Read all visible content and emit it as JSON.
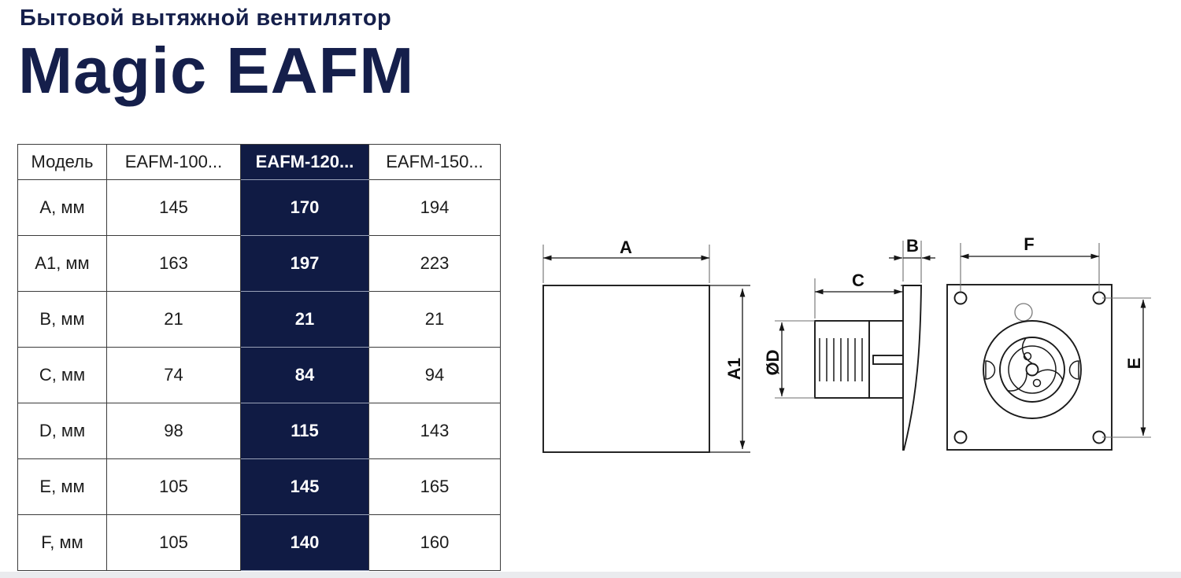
{
  "page": {
    "subtitle": "Бытовой вытяжной вентилятор",
    "title": "Magic EAFM"
  },
  "colors": {
    "title_navy": "#151f4b",
    "highlight_column_bg": "#101b44",
    "highlight_text": "#ffffff",
    "table_border": "#3b3b3b",
    "drawing_line": "#1a1a1a",
    "extension_line": "#6e6e6e"
  },
  "table": {
    "columns": [
      "Модель",
      "EAFM-100...",
      "EAFM-120...",
      "EAFM-150..."
    ],
    "highlighted_column": "EAFM-120...",
    "rows": [
      {
        "label": "A, мм",
        "values": [
          "145",
          "170",
          "194"
        ]
      },
      {
        "label": "A1, мм",
        "values": [
          "163",
          "197",
          "223"
        ]
      },
      {
        "label": "B, мм",
        "values": [
          "21",
          "21",
          "21"
        ]
      },
      {
        "label": "C, мм",
        "values": [
          "74",
          "84",
          "94"
        ]
      },
      {
        "label": "D, мм",
        "values": [
          "98",
          "115",
          "143"
        ]
      },
      {
        "label": "E, мм",
        "values": [
          "105",
          "145",
          "165"
        ]
      },
      {
        "label": "F, мм",
        "values": [
          "105",
          "140",
          "160"
        ]
      }
    ]
  },
  "drawings": {
    "labels": {
      "a": "A",
      "a1": "A1",
      "b": "B",
      "c": "C",
      "od": "ØD",
      "f": "F",
      "e": "E"
    }
  }
}
